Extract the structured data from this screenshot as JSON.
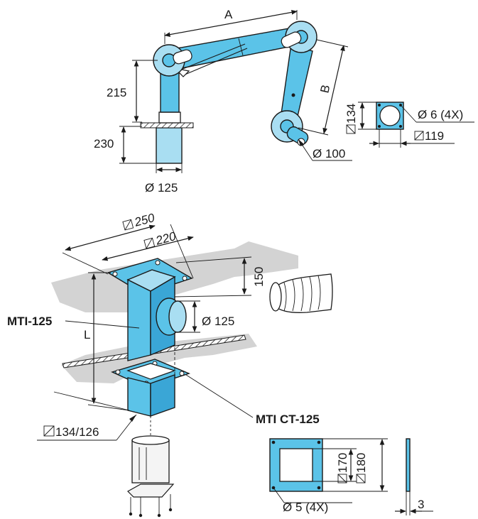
{
  "top": {
    "dim_a": "A",
    "dim_b": "B",
    "dim_215": "215",
    "dim_230": "230",
    "dim_d125": "Ø 125",
    "dim_d100": "Ø 100",
    "dim_134": "134",
    "dim_d6": "Ø 6 (4X)",
    "dim_119": "119"
  },
  "bottom": {
    "dim_250": "250",
    "dim_220": "220",
    "dim_150": "150",
    "dim_d125": "Ø 125",
    "dim_l": "L",
    "label_mti": "MTI-125",
    "label_mti_ct": "MTI CT-125",
    "dim_134_126": "134/126",
    "dim_170": "170",
    "dim_180": "180",
    "dim_d5": "Ø 5 (4X)",
    "dim_3": "3"
  },
  "colors": {
    "blue": "#5bc3e8",
    "light_blue": "#a9def2",
    "grey_ceiling": "#d3d3d3"
  }
}
